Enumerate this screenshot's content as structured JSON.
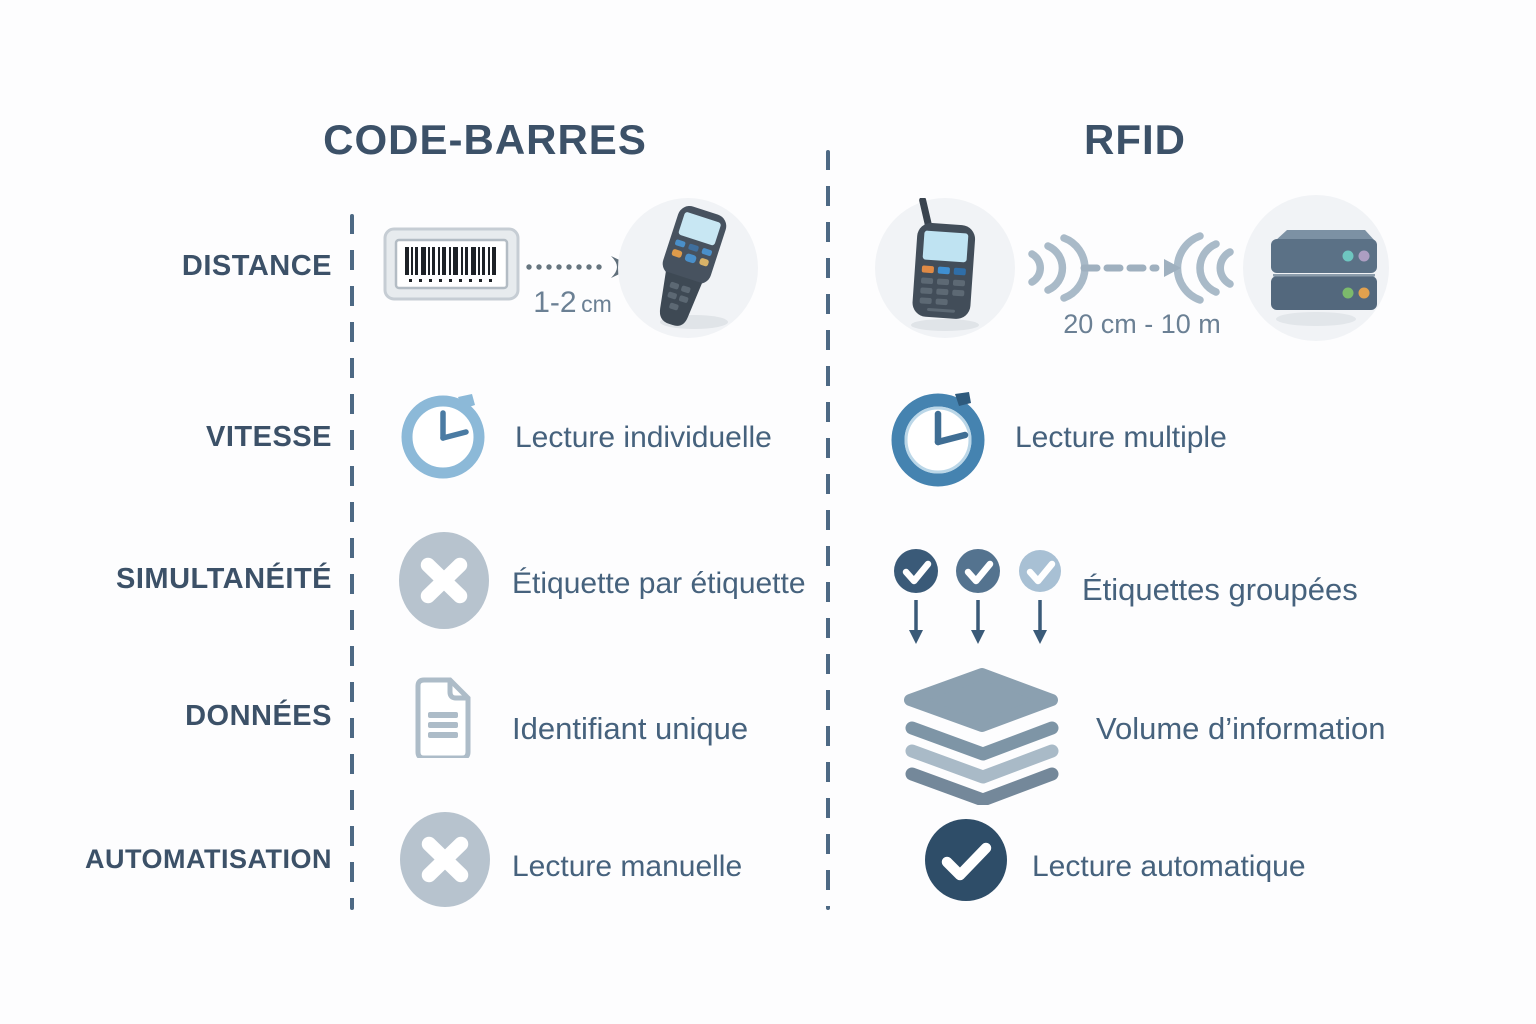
{
  "headers": {
    "barcode": "CODE-BARRES",
    "rfid": "RFID"
  },
  "rows": [
    {
      "label": "DISTANCE",
      "barcode": {
        "range_value": "1-2",
        "range_unit": "cm",
        "icons": [
          "barcode-label-icon",
          "dotted-arrow-icon",
          "barcode-scanner-icon"
        ]
      },
      "rfid": {
        "range": "20 cm - 10 m",
        "icons": [
          "rfid-reader-icon",
          "radio-waves-icon",
          "server-stack-icon"
        ]
      }
    },
    {
      "label": "VITESSE",
      "barcode": {
        "text": "Lecture individuelle",
        "icon": "clock-icon"
      },
      "rfid": {
        "text": "Lecture multiple",
        "icon": "clock-icon"
      }
    },
    {
      "label": "SIMULTANÉITÉ",
      "barcode": {
        "text": "Étiquette par étiquette",
        "icon": "cross-circle-icon"
      },
      "rfid": {
        "text": "Étiquettes groupées",
        "icon": "check-circles-arrows-icon"
      }
    },
    {
      "label": "DONNÉES",
      "barcode": {
        "text": "Identifiant unique",
        "icon": "document-icon"
      },
      "rfid": {
        "text": "Volume d’information",
        "icon": "layers-stack-icon"
      }
    },
    {
      "label": "AUTOMATISATION",
      "barcode": {
        "text": "Lecture manuelle",
        "icon": "cross-circle-icon"
      },
      "rfid": {
        "text": "Lecture automatique",
        "icon": "check-circle-icon"
      }
    }
  ],
  "colors": {
    "heading_text": "#3c5168",
    "body_text": "#46627d",
    "muted_text": "#6b8094",
    "divider": "#4d6984",
    "clock_light_blue": "#8cb9d8",
    "clock_dark_blue": "#4583b0",
    "cross_circle_gray": "#b7c3ce",
    "check_dark": "#3a5a78",
    "check_medium": "#54738f",
    "check_light": "#a8c0d4",
    "check_darkest": "#2e4d68",
    "outline_icon_gray": "#adbcc8",
    "device_body": "#47525f",
    "device_screen": "#c8e7f3",
    "circle_bg": "#f1f3f6"
  }
}
